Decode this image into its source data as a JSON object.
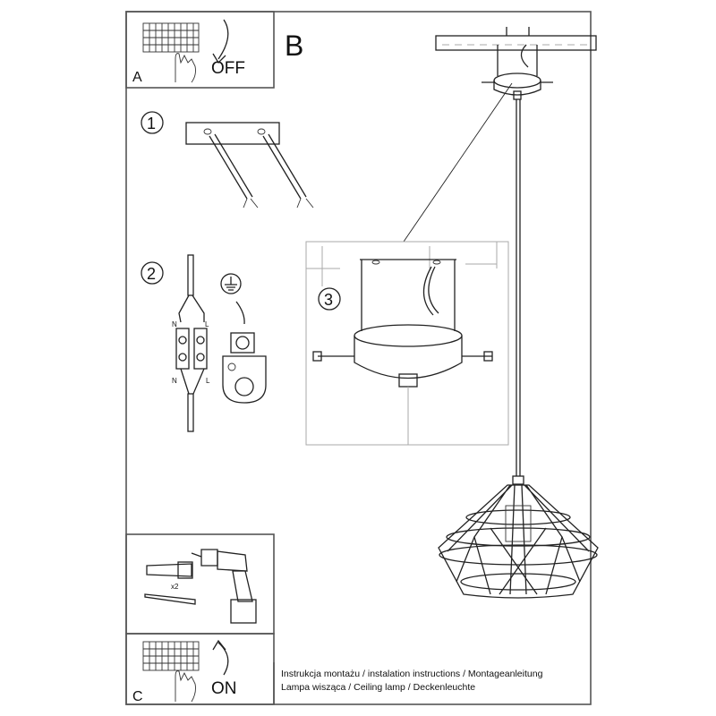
{
  "panels": {
    "a": {
      "label": "A",
      "action": "OFF"
    },
    "b": {
      "label": "B"
    },
    "c": {
      "label": "C",
      "action": "ON"
    }
  },
  "steps": {
    "step1": "1",
    "step2": "2",
    "step3": "3"
  },
  "wiring": {
    "top_neutral": "N",
    "top_live": "L",
    "bottom_neutral": "N",
    "bottom_live": "L"
  },
  "hardware": {
    "quantity": "x2"
  },
  "caption": {
    "line1": "Instrukcja montażu / instalation instructions / Montageanleitung",
    "line2": "Lampa wisząca / Ceiling lamp  / Deckenleuchte"
  }
}
